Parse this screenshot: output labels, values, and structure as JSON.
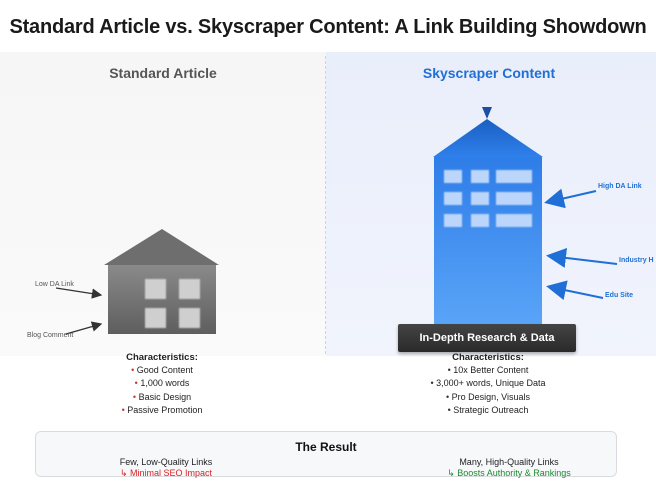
{
  "title": "Standard Article vs. Skyscraper Content: A Link Building Showdown",
  "standard": {
    "heading": "Standard Article",
    "links": [
      "Low DA Link",
      "Blog Comment"
    ],
    "characteristics_title": "Characteristics:",
    "characteristics": [
      "Good Content",
      "1,000 words",
      "Basic Design",
      "Passive Promotion"
    ]
  },
  "skyscraper": {
    "heading": "Skyscraper Content",
    "links": [
      "High DA Link",
      "Industry H",
      "Edu Site"
    ],
    "foundation": "In-Depth Research & Data",
    "characteristics_title": "Characteristics:",
    "characteristics": [
      "10x Better Content",
      "3,000+ words, Unique Data",
      "Pro Design, Visuals",
      "Strategic Outreach"
    ]
  },
  "result": {
    "title": "The Result",
    "left_line1": "Few, Low-Quality Links",
    "left_line2": "↳ Minimal SEO Impact",
    "right_line1": "Many, High-Quality Links",
    "right_line2": "↳ Boosts Authority & Rankings"
  },
  "colors": {
    "accent_blue": "#1f6fd6",
    "building_blue": "#2f80ed",
    "house_gray": "#777777",
    "negative": "#dd2222",
    "positive": "#1d8a2e"
  }
}
